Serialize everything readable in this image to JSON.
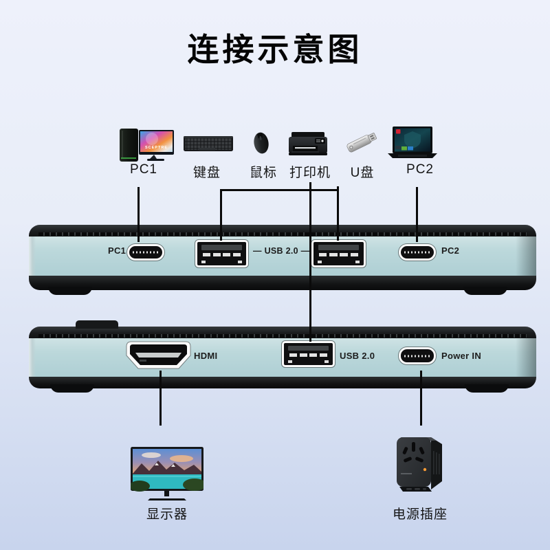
{
  "title": "连接示意图",
  "peripherals": [
    {
      "id": "pc1",
      "label": "PC1"
    },
    {
      "id": "keyboard",
      "label": "键盘"
    },
    {
      "id": "mouse",
      "label": "鼠标"
    },
    {
      "id": "printer",
      "label": "打印机"
    },
    {
      "id": "usb_drive",
      "label": "U盘"
    },
    {
      "id": "pc2",
      "label": "PC2"
    }
  ],
  "pc1_monitor_brand": "SCEPTRE",
  "kvm_top_view": {
    "pc1_port_label": "PC1",
    "usb_bus_label": "— USB 2.0 —",
    "pc2_port_label": "PC2"
  },
  "kvm_front_view": {
    "hdmi_port_label": "HDMI",
    "usb_port_label": "USB 2.0",
    "power_port_label": "Power IN"
  },
  "outputs": [
    {
      "id": "monitor",
      "label": "显示器"
    },
    {
      "id": "power_socket",
      "label": "电源插座"
    }
  ],
  "colors": {
    "background_top": "#eef1fb",
    "background_bottom": "#c8d4ed",
    "device_face_teal": "#bcd8db",
    "device_black": "#17191b",
    "connection_line": "#0a0a0a",
    "led_orange": "#ff9d35"
  }
}
